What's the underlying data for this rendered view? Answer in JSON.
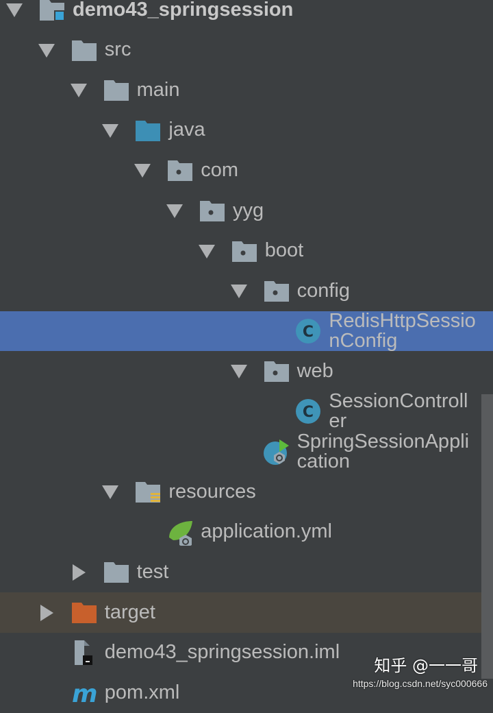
{
  "colors": {
    "background": "#3c3f41",
    "selection": "#4b6eaf",
    "excluded_row": "#4a463f",
    "folder": "#9aa7b0",
    "source_folder": "#3d8fb5",
    "excluded_folder": "#c8602c",
    "class_icon": "#3f94b8",
    "spring": "#6db33f"
  },
  "tree": [
    {
      "label": "demo43_springsession",
      "depth": 0,
      "arrow": "expanded",
      "icon": "module-folder-icon",
      "root": true
    },
    {
      "label": "src",
      "depth": 1,
      "arrow": "expanded",
      "icon": "folder-icon"
    },
    {
      "label": "main",
      "depth": 2,
      "arrow": "expanded",
      "icon": "folder-icon"
    },
    {
      "label": "java",
      "depth": 3,
      "arrow": "expanded",
      "icon": "source-folder-icon"
    },
    {
      "label": "com",
      "depth": 4,
      "arrow": "expanded",
      "icon": "package-icon"
    },
    {
      "label": "yyg",
      "depth": 5,
      "arrow": "expanded",
      "icon": "package-icon"
    },
    {
      "label": "boot",
      "depth": 6,
      "arrow": "expanded",
      "icon": "package-icon"
    },
    {
      "label": "config",
      "depth": 7,
      "arrow": "expanded",
      "icon": "package-icon"
    },
    {
      "label": "RedisHttpSessionConfig",
      "depth": 8,
      "arrow": "none",
      "icon": "class-icon",
      "selected": true
    },
    {
      "label": "web",
      "depth": 7,
      "arrow": "expanded",
      "icon": "package-icon"
    },
    {
      "label": "SessionController",
      "depth": 8,
      "arrow": "none",
      "icon": "class-icon"
    },
    {
      "label": "SpringSessionApplication",
      "depth": 7,
      "arrow": "none",
      "icon": "spring-boot-class-icon"
    },
    {
      "label": "resources",
      "depth": 3,
      "arrow": "expanded",
      "icon": "resources-folder-icon"
    },
    {
      "label": "application.yml",
      "depth": 4,
      "arrow": "none",
      "icon": "spring-yml-icon"
    },
    {
      "label": "test",
      "depth": 2,
      "arrow": "collapsed",
      "icon": "folder-icon"
    },
    {
      "label": "target",
      "depth": 1,
      "arrow": "collapsed",
      "icon": "excluded-folder-icon",
      "highlight": true
    },
    {
      "label": "demo43_springsession.iml",
      "depth": 1,
      "arrow": "none",
      "icon": "iml-file-icon"
    },
    {
      "label": "pom.xml",
      "depth": 1,
      "arrow": "none",
      "icon": "maven-icon"
    }
  ],
  "watermark": {
    "text": "知乎 @一一哥",
    "url": "https://blog.csdn.net/syc000666"
  }
}
